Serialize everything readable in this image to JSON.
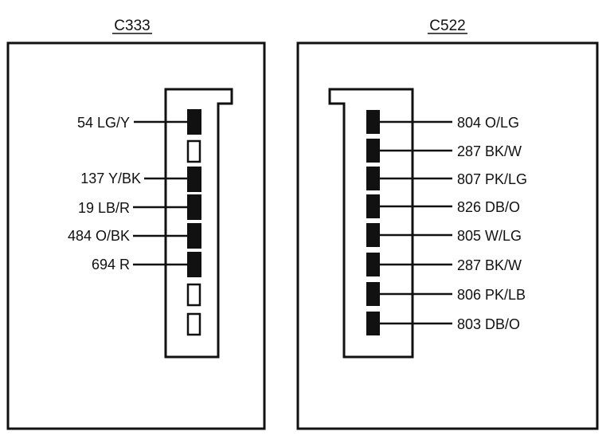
{
  "connectors": [
    {
      "title": "C333",
      "pins": [
        {
          "label": "54 LG/Y",
          "filled": true
        },
        {
          "label": "",
          "filled": false
        },
        {
          "label": "137 Y/BK",
          "filled": true
        },
        {
          "label": "19 LB/R",
          "filled": true
        },
        {
          "label": "484 O/BK",
          "filled": true
        },
        {
          "label": "694 R",
          "filled": true
        },
        {
          "label": "",
          "filled": false
        },
        {
          "label": "",
          "filled": false
        }
      ]
    },
    {
      "title": "C522",
      "pins": [
        {
          "label": "804 O/LG",
          "filled": true
        },
        {
          "label": "287 BK/W",
          "filled": true
        },
        {
          "label": "807 PK/LG",
          "filled": true
        },
        {
          "label": "826 DB/O",
          "filled": true
        },
        {
          "label": "805 W/LG",
          "filled": true
        },
        {
          "label": "287 BK/W",
          "filled": true
        },
        {
          "label": "806 PK/LB",
          "filled": true
        },
        {
          "label": "803 DB/O",
          "filled": true
        }
      ]
    }
  ]
}
